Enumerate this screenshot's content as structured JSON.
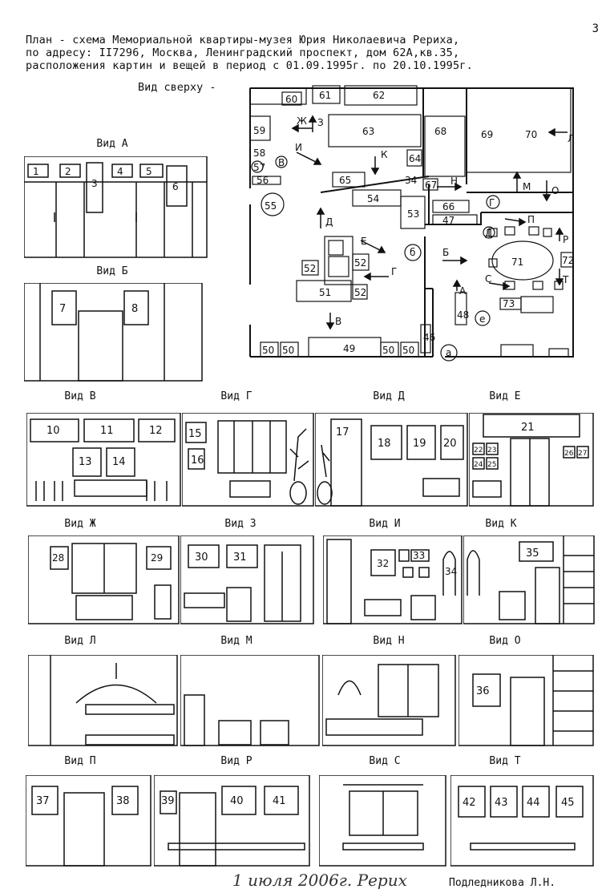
{
  "page_number": "3",
  "header": {
    "line1": "План - схема Мемориальной квартиры-музея Юрия Николаевича Рериха,",
    "line2": "по адресу: II7296, Москва, Ленинградский проспект, дом 62А,кв.35,",
    "line3": "расположения картин и вещей в период с 01.09.1995г. по 20.10.1995г."
  },
  "top_view": {
    "label": "Вид сверху -",
    "numbers": [
      "60",
      "61",
      "62",
      "59",
      "3",
      "63",
      "68",
      "69",
      "70",
      "Л",
      "Ж",
      "И",
      "58",
      "К",
      "64",
      "57",
      "В",
      "56",
      "65",
      "34",
      "67",
      "Н",
      "М",
      "О",
      "55",
      "54",
      "53",
      "66",
      "Г",
      "47",
      "Д",
      "П",
      "Д",
      "Е",
      "52",
      "52",
      "Б",
      "71",
      "72",
      "Р",
      "Г",
      "А",
      "С",
      "Т",
      "73",
      "51",
      "52",
      "48",
      "Е",
      "В",
      "50",
      "50",
      "49",
      "50",
      "50",
      "46",
      "а"
    ]
  },
  "views": {
    "A": {
      "label": "Вид А",
      "nums": [
        "1",
        "2",
        "3",
        "4",
        "5",
        "6"
      ]
    },
    "B": {
      "label": "Вид Б",
      "nums": [
        "7",
        "8"
      ]
    },
    "V": {
      "label": "Вид В",
      "nums": [
        "10",
        "11",
        "12",
        "13",
        "14"
      ]
    },
    "G": {
      "label": "Вид Г",
      "nums": [
        "15",
        "16"
      ]
    },
    "D": {
      "label": "Вид Д",
      "nums": [
        "17",
        "18",
        "19",
        "20"
      ]
    },
    "E": {
      "label": "Вид Е",
      "nums": [
        "21",
        "22",
        "23",
        "24",
        "25",
        "26",
        "27"
      ]
    },
    "ZH": {
      "label": "Вид Ж",
      "nums": [
        "28",
        "29"
      ]
    },
    "Z": {
      "label": "Вид З",
      "nums": [
        "30",
        "31"
      ]
    },
    "I": {
      "label": "Вид И",
      "nums": [
        "32",
        "33",
        "34"
      ]
    },
    "K": {
      "label": "Вид К",
      "nums": [
        "35"
      ]
    },
    "L": {
      "label": "Вид Л",
      "nums": []
    },
    "M": {
      "label": "Вид М",
      "nums": []
    },
    "N": {
      "label": "Вид Н",
      "nums": []
    },
    "O": {
      "label": "Вид О",
      "nums": [
        "36"
      ]
    },
    "P": {
      "label": "Вид П",
      "nums": [
        "37",
        "38"
      ]
    },
    "R": {
      "label": "Вид Р",
      "nums": [
        "39",
        "40",
        "41"
      ]
    },
    "S": {
      "label": "Вид С",
      "nums": []
    },
    "T": {
      "label": "Вид Т",
      "nums": [
        "42",
        "43",
        "44",
        "45"
      ]
    }
  },
  "signature": "1 июля 2006г. Рерих",
  "author": "Подледникова Л.Н."
}
